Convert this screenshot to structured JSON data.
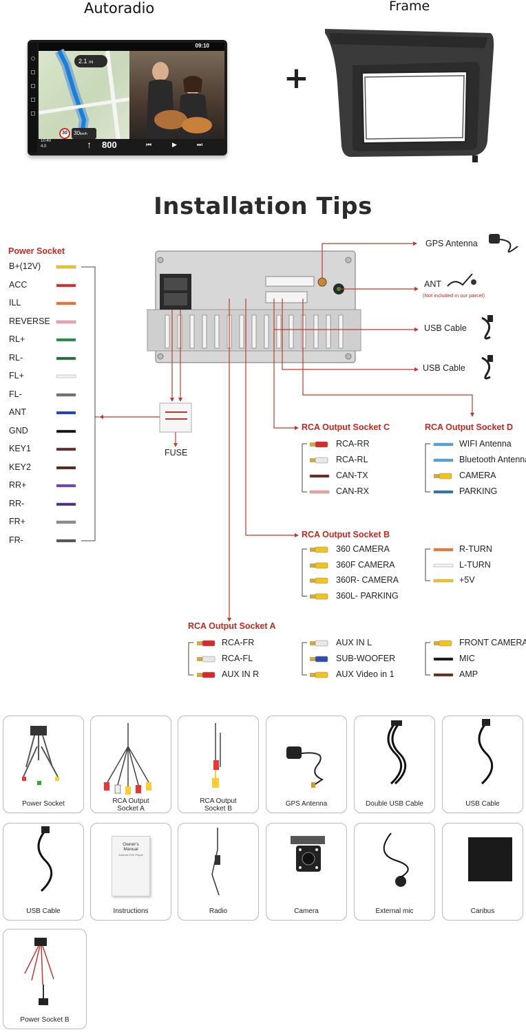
{
  "header": {
    "left_title": "Autoradio",
    "plus": "+",
    "right_title": "Frame"
  },
  "radio_screen": {
    "time": "09:10",
    "clock": "10:40",
    "distance_top": "2.1",
    "distance_unit": "mi",
    "speed": "30",
    "speed_unit": "km/h",
    "limit": "30",
    "trip": "4.0",
    "next_dist": "800"
  },
  "diagram": {
    "title": "Installation Tips",
    "power_socket": {
      "title": "Power Socket",
      "items": [
        {
          "label": "B+(12V)",
          "color": "#f0c419"
        },
        {
          "label": "ACC",
          "color": "#d62a2a"
        },
        {
          "label": "ILL",
          "color": "#e8752a"
        },
        {
          "label": "REVERSE",
          "color": "#f0a0b4"
        },
        {
          "label": "RL+",
          "color": "#1f8a4c"
        },
        {
          "label": "RL-",
          "color": "#1f6e3e"
        },
        {
          "label": "FL+",
          "color": "#f2f2f2"
        },
        {
          "label": "FL-",
          "color": "#6d6d6d"
        },
        {
          "label": "ANT",
          "color": "#1f3fa8"
        },
        {
          "label": "GND",
          "color": "#111111"
        },
        {
          "label": "KEY1",
          "color": "#5a2a1a"
        },
        {
          "label": "KEY2",
          "color": "#4a2418"
        },
        {
          "label": "RR+",
          "color": "#6a3fa8"
        },
        {
          "label": "RR-",
          "color": "#4a2c80"
        },
        {
          "label": "FR+",
          "color": "#8a8a8a"
        },
        {
          "label": "FR-",
          "color": "#505050"
        }
      ]
    },
    "fuse": "FUSE",
    "right_items": {
      "gps": "GPS Antenna",
      "ant": "ANT",
      "ant_note": "(Not included in our parcel)",
      "usb1": "USB Cable",
      "usb2": "USB Cable"
    },
    "rca_c": {
      "title": "RCA Output Socket C",
      "items": [
        {
          "label": "RCA-RR",
          "color": "#d62a2a"
        },
        {
          "label": "RCA-RL",
          "color": "#e8e8e8"
        },
        {
          "label": "CAN-TX",
          "color": "#6b1f1f"
        },
        {
          "label": "CAN-RX",
          "color": "#f0a0a0"
        }
      ]
    },
    "rca_d": {
      "title": "RCA Output Socket D",
      "items": [
        {
          "label": "WIFI Antenna",
          "color": "#4aa3d9"
        },
        {
          "label": "Bluetooth Antenna",
          "color": "#4aa3d9"
        },
        {
          "label": "CAMERA",
          "color": "#f0c419"
        },
        {
          "label": "PARKING",
          "color": "#2a6fb0"
        }
      ]
    },
    "rca_b": {
      "title": "RCA Output Socket B",
      "items": [
        {
          "label": "360 CAMERA",
          "color": "#f0c419"
        },
        {
          "label": "360F CAMERA",
          "color": "#f0c419"
        },
        {
          "label": "360R- CAMERA",
          "color": "#f0c419"
        },
        {
          "label": "360L- PARKING",
          "color": "#f0c419"
        }
      ],
      "extra": [
        {
          "label": "R-TURN",
          "color": "#e8752a"
        },
        {
          "label": "L-TURN",
          "color": "#f2f2f2"
        },
        {
          "label": "+5V",
          "color": "#f0c419"
        }
      ]
    },
    "rca_a": {
      "title": "RCA Output Socket A",
      "col1": [
        {
          "label": "RCA-FR",
          "color": "#d62a2a"
        },
        {
          "label": "RCA-FL",
          "color": "#e8e8e8"
        },
        {
          "label": "AUX IN R",
          "color": "#d62a2a"
        }
      ],
      "col2": [
        {
          "label": "AUX IN L",
          "color": "#e8e8e8"
        },
        {
          "label": "SUB-WOOFER",
          "color": "#2a4fb0"
        },
        {
          "label": "AUX Video in 1",
          "color": "#f0c419"
        }
      ],
      "col3": [
        {
          "label": "FRONT CAMERA",
          "color": "#f0c419"
        },
        {
          "label": "MIC",
          "color": "#111111"
        },
        {
          "label": "AMP",
          "color": "#5a2a1a"
        }
      ]
    }
  },
  "accessories": {
    "row1": [
      "Power Socket",
      "RCA Output Socket A",
      "RCA Output Socket B",
      "GPS Antenna",
      "Double USB Cable",
      "USB Cable"
    ],
    "row2": [
      "USB Cable",
      "Instructions",
      "Radio",
      "Camera",
      "External mic",
      "Canbus"
    ],
    "row3": [
      "Power Socket B"
    ],
    "manual_text": "Owner's Manual",
    "manual_sub": "Android DVD Player"
  },
  "colors": {
    "accent_red": "#c2291f",
    "line_red": "#c0392b",
    "frame_dark": "#3a3a3a"
  }
}
